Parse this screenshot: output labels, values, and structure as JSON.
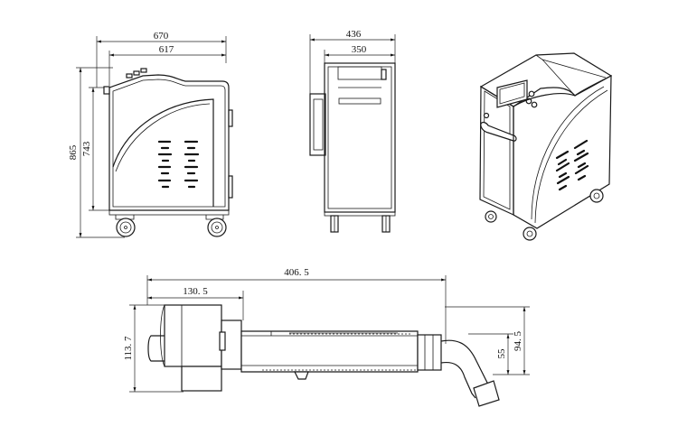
{
  "side_view": {
    "width_overall": "670",
    "width_body": "617",
    "height_overall": "865",
    "height_body": "743"
  },
  "front_view": {
    "width_overall": "436",
    "width_body": "350"
  },
  "laser_head": {
    "length_overall": "406. 5",
    "length_head": "130. 5",
    "head_height": "113. 7",
    "cable_offset_inner": "55",
    "cable_offset_outer": "94. 5"
  }
}
